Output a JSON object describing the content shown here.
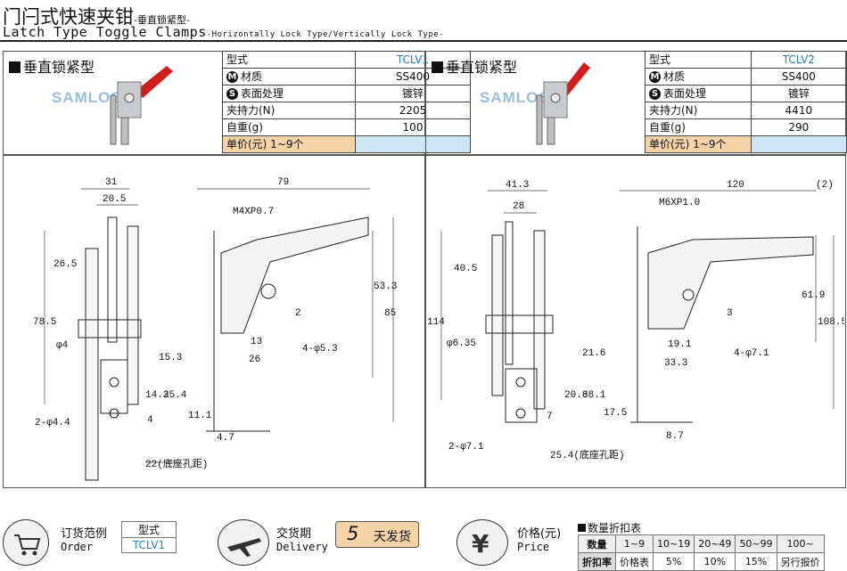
{
  "header": {
    "title_cn": "门闩式快速夹钳",
    "title_cn_sub": "-垂直锁紧型-",
    "title_en": "Latch Type Toggle Clamps",
    "title_en_sub": "-Horizontally Lock Type/Vertically Lock Type-"
  },
  "products": [
    {
      "section_title": "垂直锁紧型",
      "watermark": "SAMLOSA",
      "specs": {
        "model_label": "型式",
        "model": "TCLV1",
        "material_badge": "M",
        "material_label": "材质",
        "material": "SS400",
        "surface_badge": "S",
        "surface_label": "表面处理",
        "surface": "镀锌",
        "force_label": "夹持力(N)",
        "force": "2205",
        "weight_label": "自重(g)",
        "weight": "100",
        "price_label": "单价(元) 1~9个",
        "price": ""
      },
      "dims": {
        "d31": "31",
        "d20_5": "20.5",
        "d79": "79",
        "m4": "M4XP0.7",
        "d26_5": "26.5",
        "d78_5": "78.5",
        "d53_3": "53.3",
        "d85": "85",
        "d2": "2",
        "d13": "13",
        "d26": "26",
        "hole": "4-φ5.3",
        "phi4": "φ4",
        "d15_3": "15.3",
        "d14_3": "14.3",
        "d25_4": "25.4",
        "d4": "4",
        "d11_1": "11.1",
        "hole2": "2-φ4.4",
        "d4_7": "4.7",
        "base": "22(底座孔距)"
      }
    },
    {
      "section_title": "垂直锁紧型",
      "watermark": "SAMLOSA",
      "specs": {
        "model_label": "型式",
        "model": "TCLV2",
        "material_badge": "M",
        "material_label": "材质",
        "material": "SS400",
        "surface_badge": "S",
        "surface_label": "表面处理",
        "surface": "镀锌",
        "force_label": "夹持力(N)",
        "force": "4410",
        "weight_label": "自重(g)",
        "weight": "290",
        "price_label": "单价(元) 1~9个",
        "price": ""
      },
      "dims": {
        "d41_3": "41.3",
        "d28": "28",
        "d120": "120",
        "d2p": "(2)",
        "m6": "M6XP1.0",
        "d40_5": "40.5",
        "d114": "114",
        "d61_9": "61.9",
        "d108_5": "108.5",
        "d3": "3",
        "d19_1": "19.1",
        "d33_3": "33.3",
        "hole": "4-φ7.1",
        "phi6": "φ6.35",
        "d21_6": "21.6",
        "d20_6": "20.6",
        "d38_1": "38.1",
        "d7": "7",
        "d17_5": "17.5",
        "hole2": "2-φ7.1",
        "d8_7": "8.7",
        "base": "25.4(底座孔距)"
      }
    }
  ],
  "footer": {
    "order_cn": "订货范例",
    "order_en": "Order",
    "order_table_head": "型式",
    "order_table_value": "TCLV1",
    "delivery_cn": "交货期",
    "delivery_en": "Delivery",
    "delivery_days": "5",
    "delivery_text": "天发货",
    "price_cn": "价格(元)",
    "price_en": "Price",
    "discount_title": "数量折扣表",
    "discount": {
      "qty_label": "数量",
      "rate_label": "折扣率",
      "qty": [
        "1~9",
        "10~19",
        "20~49",
        "50~99",
        "100~"
      ],
      "rate": [
        "价格表",
        "5%",
        "10%",
        "15%",
        "另行报价"
      ]
    }
  },
  "colors": {
    "accent_blue": "#2a7fbf",
    "price_orange": "#f6d4a8",
    "price_blue": "#cfe6f6",
    "handle_red": "#d21d1d"
  }
}
